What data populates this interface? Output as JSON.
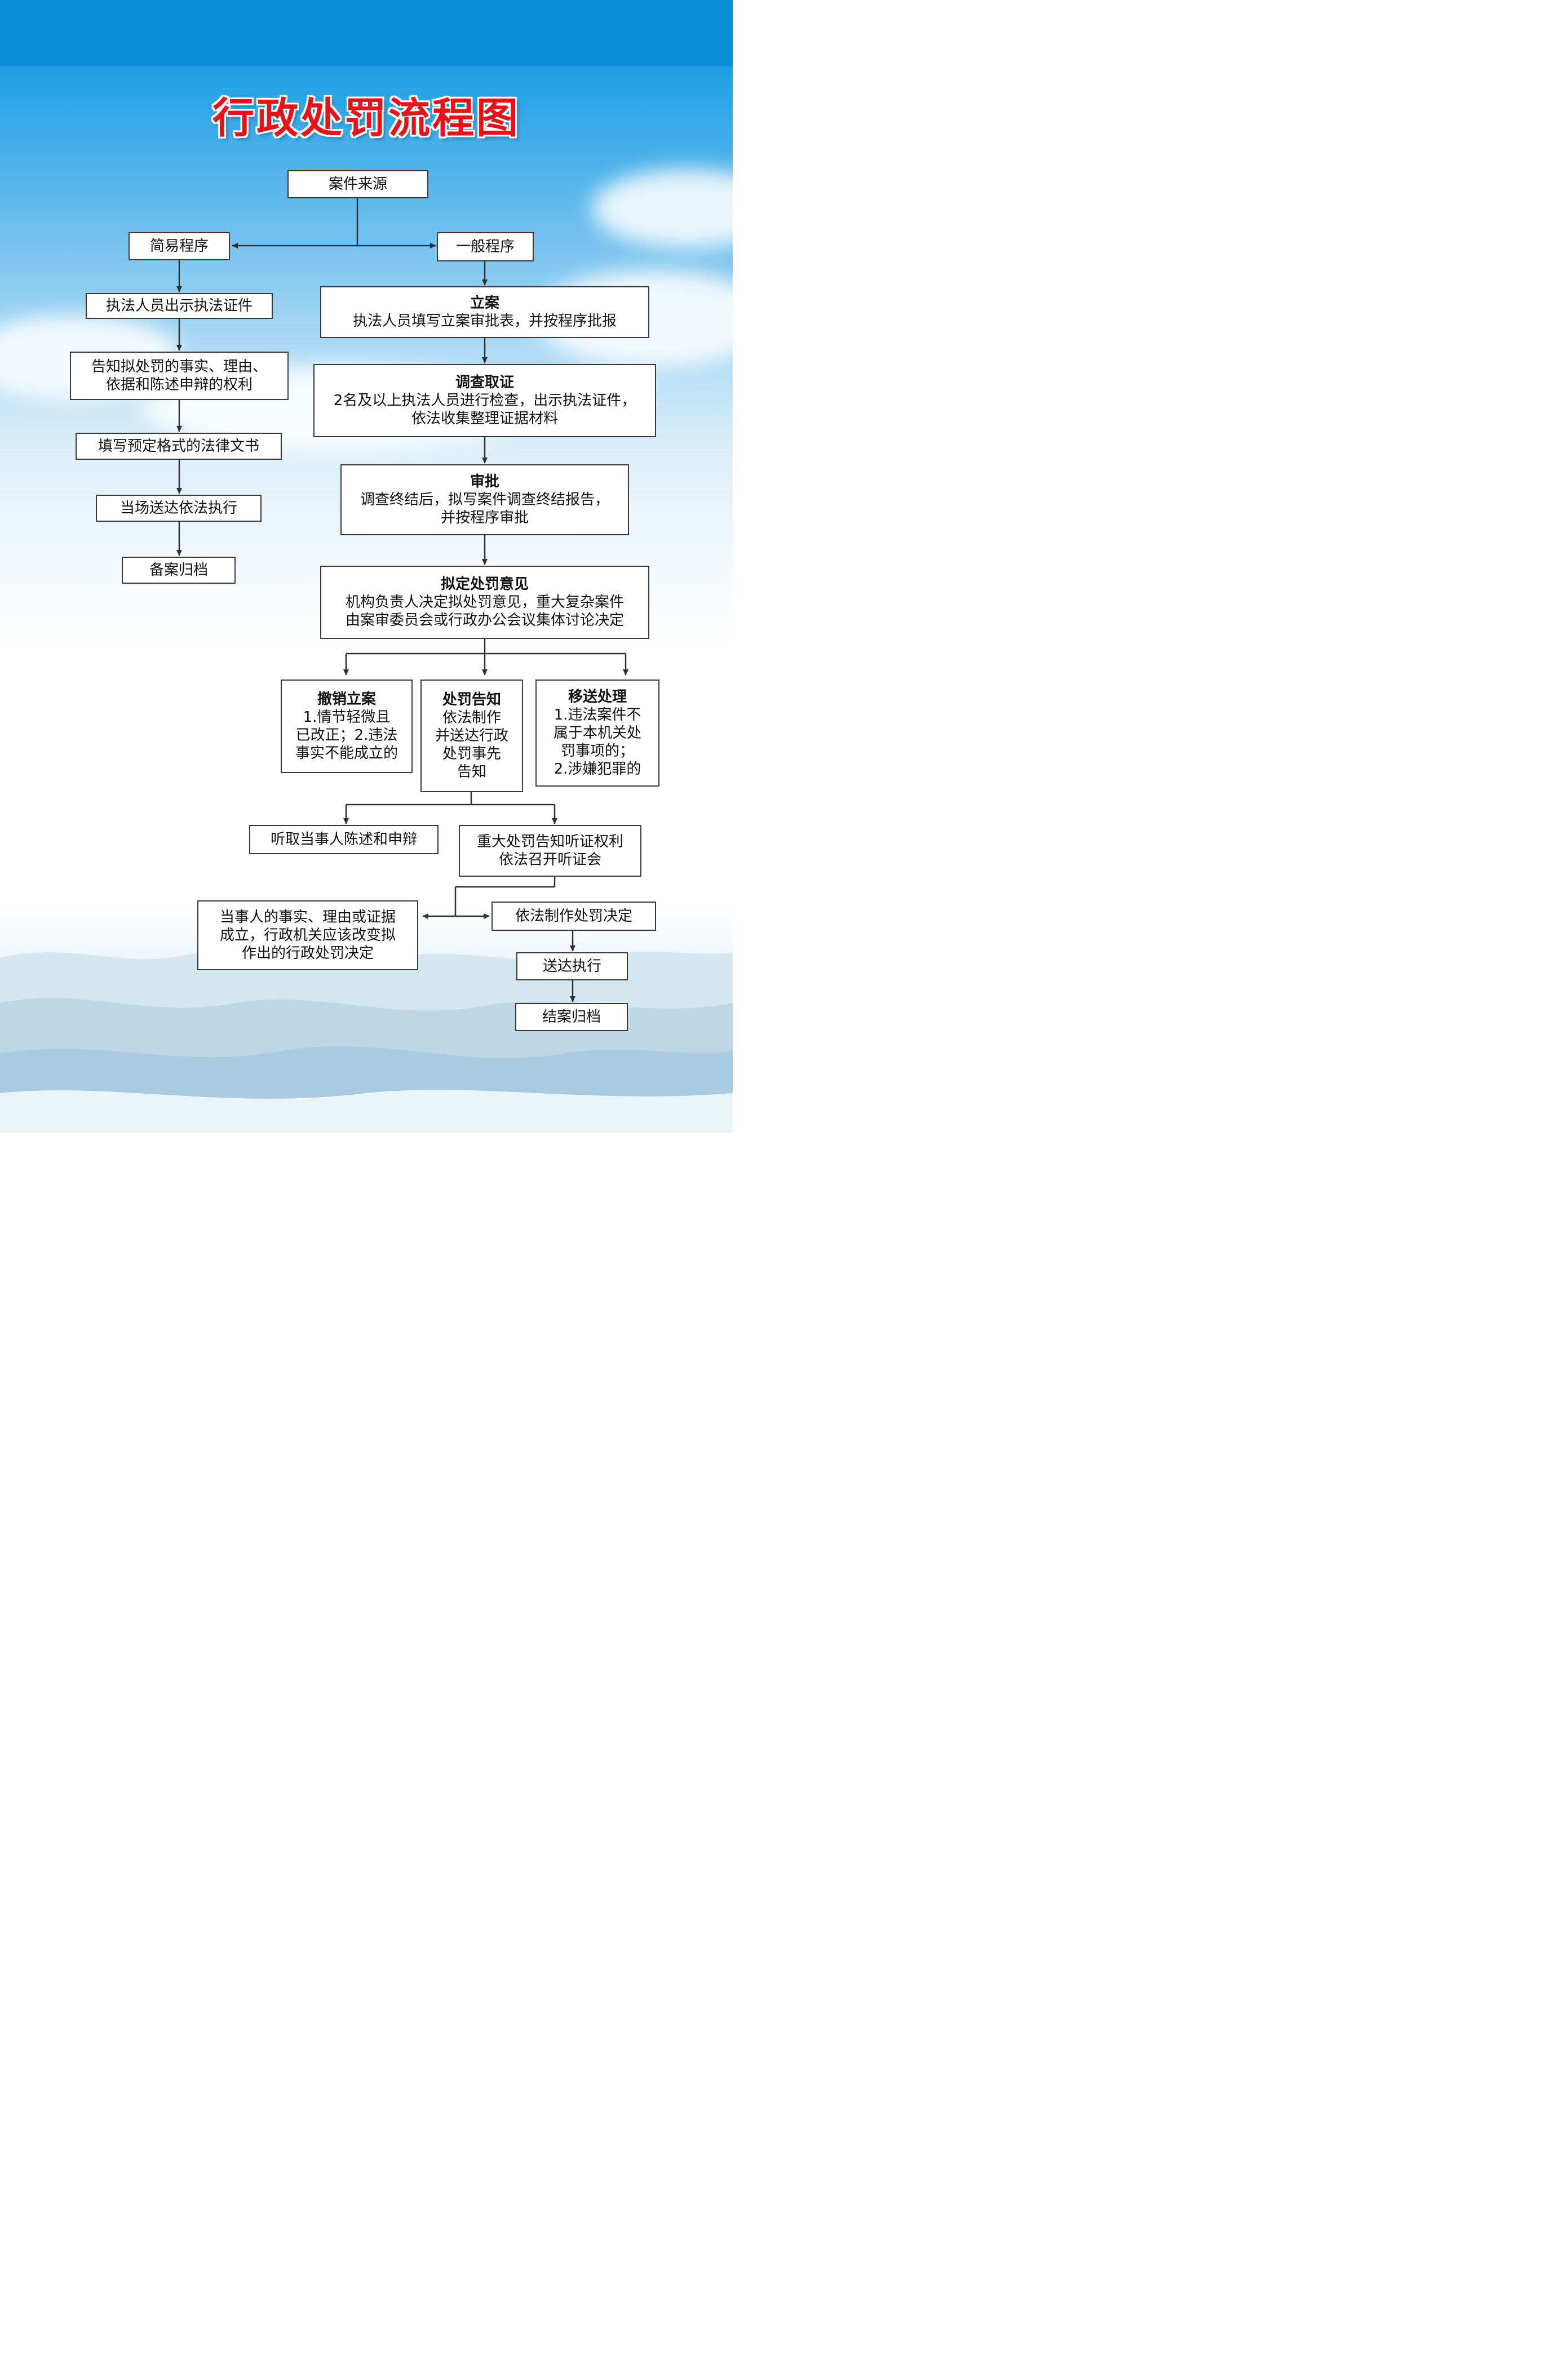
{
  "title": "行政处罚流程图",
  "colors": {
    "title": "#e8121a",
    "sky": "#0d8fd9",
    "line": "#2f2f2f"
  },
  "nodes": {
    "source": "案件来源",
    "simple": "简易程序",
    "general": "一般程序",
    "s1": "执法人员出示执法证件",
    "s2": [
      "告知拟处罚的事实、理由、",
      "依据和陈述申辩的权利"
    ],
    "s3": "填写预定格式的法律文书",
    "s4": "当场送达依法执行",
    "s5": "备案归档",
    "g1": {
      "title": "立案",
      "lines": [
        "执法人员填写立案审批表，并按程序批报"
      ]
    },
    "g2": {
      "title": "调查取证",
      "lines": [
        "2名及以上执法人员进行检查，出示执法证件，",
        "依法收集整理证据材料"
      ]
    },
    "g3": {
      "title": "审批",
      "lines": [
        "调查终结后，拟写案件调查终结报告，",
        "并按程序审批"
      ]
    },
    "g4": {
      "title": "拟定处罚意见",
      "lines": [
        "机构负责人决定拟处罚意见，重大复杂案件",
        "由案审委员会或行政办公会议集体讨论决定"
      ]
    },
    "b1": {
      "title": "撤销立案",
      "lines": [
        "1.情节轻微且",
        "已改正；2.违法",
        "事实不能成立的"
      ]
    },
    "b2": {
      "title": "处罚告知",
      "lines": [
        "依法制作",
        "并送达行政",
        "处罚事先",
        "告知"
      ]
    },
    "b3": {
      "title": "移送处理",
      "lines": [
        "1.违法案件不",
        "属于本机关处",
        "罚事项的；",
        "2.涉嫌犯罪的"
      ]
    },
    "h1": "听取当事人陈述和申辩",
    "h2": [
      "重大处罚告知听证权利",
      "依法召开听证会"
    ],
    "c1": [
      "当事人的事实、理由或证据",
      "成立，行政机关应该改变拟",
      "作出的行政处罚决定"
    ],
    "d1": "依法制作处罚决定",
    "d2": "送达执行",
    "d3": "结案归档"
  }
}
